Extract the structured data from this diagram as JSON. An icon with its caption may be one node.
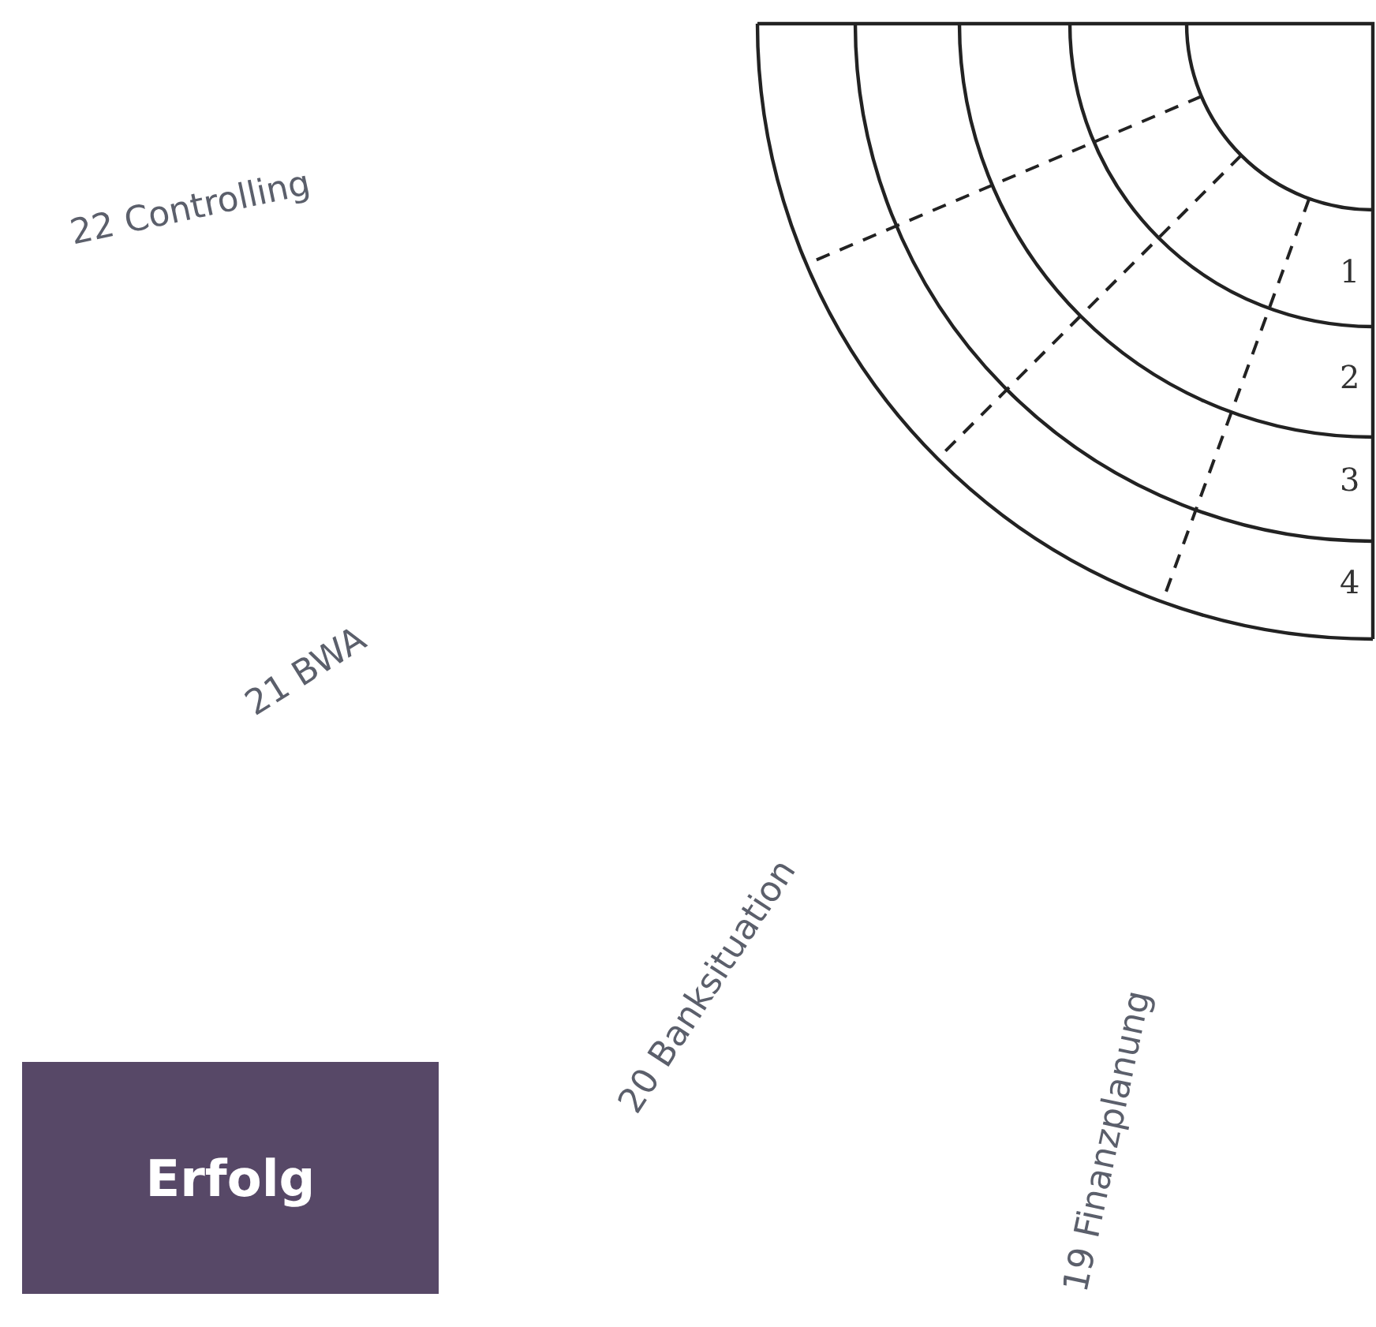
{
  "diagram": {
    "nodes": [
      {
        "text": [
          "Erfolg"
        ]
      }
    ],
    "edges": [],
    "labels": [
      "22 Controlling",
      "1",
      "2",
      "3",
      "4",
      "21 BWA",
      "20 Banksituation",
      "19 Finanzplanung"
    ]
  }
}
